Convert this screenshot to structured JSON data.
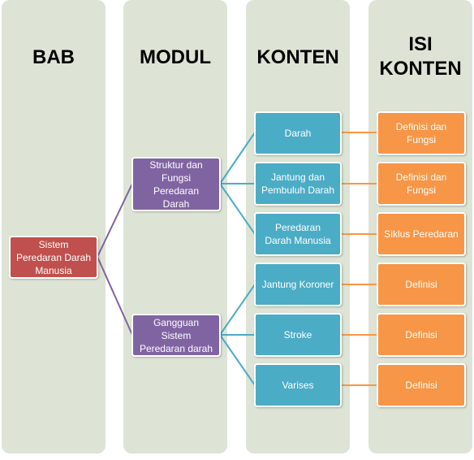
{
  "columns": {
    "bab": "BAB",
    "modul": "MODUL",
    "konten": "KONTEN",
    "isi_konten": "ISI\nKONTEN"
  },
  "bab": {
    "label": "Sistem\nPeredaran Darah\nManusia"
  },
  "modul": [
    {
      "label": "Struktur dan\nFungsi\nPeredaran\nDarah"
    },
    {
      "label": "Gangguan\nSistem\nPeredaran darah"
    }
  ],
  "konten": [
    {
      "label": "Darah"
    },
    {
      "label": "Jantung dan\nPembuluh Darah"
    },
    {
      "label": "Peredaran\nDarah Manusia"
    },
    {
      "label": "Jantung Koroner"
    },
    {
      "label": "Stroke"
    },
    {
      "label": "Varises"
    }
  ],
  "isi_konten": [
    {
      "label": "Definisi dan\nFungsi"
    },
    {
      "label": "Definisi dan\nFungsi"
    },
    {
      "label": "Siklus Peredaran"
    },
    {
      "label": "Definisi"
    },
    {
      "label": "Definisi"
    },
    {
      "label": "Definisi"
    }
  ],
  "colors": {
    "column_bg": "#dde4d5",
    "bab": "#c0504d",
    "modul": "#8064a2",
    "konten": "#4bacc6",
    "isi_konten": "#f79646",
    "line_bab": "#8064a2",
    "line_konten": "#4bacc6",
    "line_isi": "#f79646"
  }
}
